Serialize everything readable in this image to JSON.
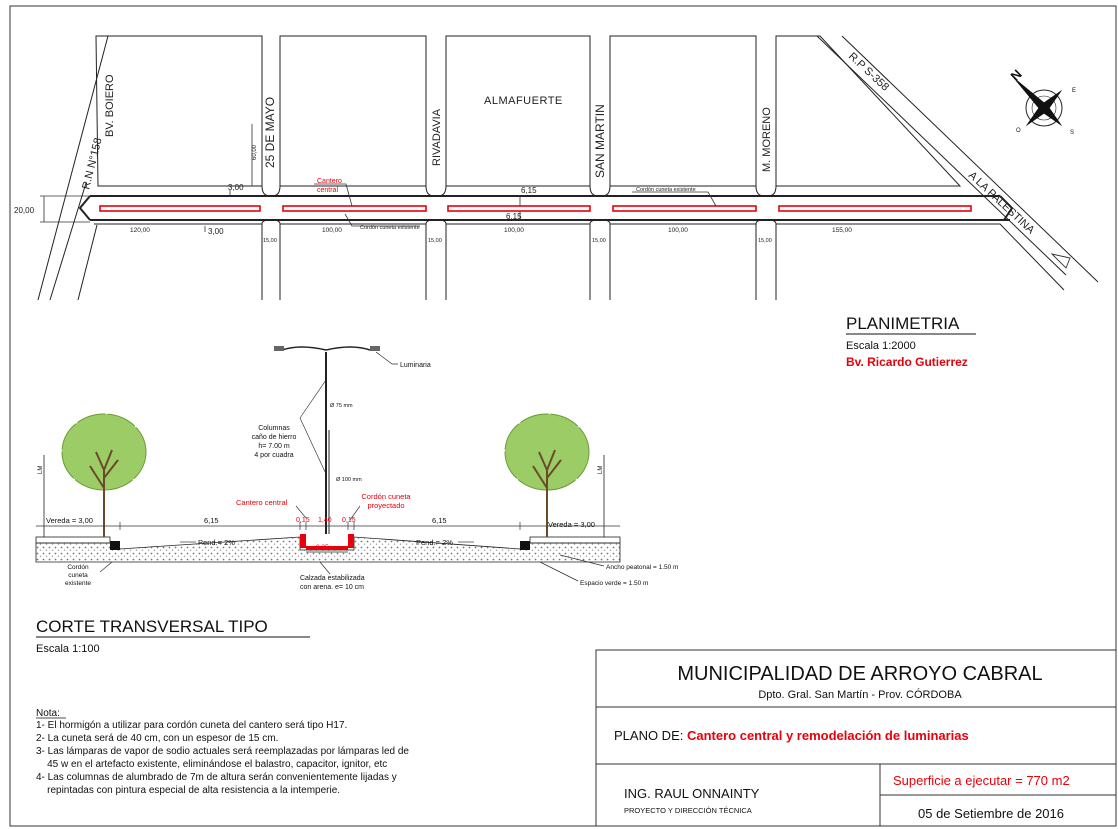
{
  "plan": {
    "streets": {
      "almafuerte": "ALMAFUERTE",
      "boiero": "BV. BOIERO",
      "ruta158": "R.N N°158",
      "mayo": "25 DE MAYO",
      "rivadavia": "RIVADAVIA",
      "sanmartin": "SAN MARTIN",
      "moreno": "M. MORENO",
      "rp358": "R.P S-358",
      "palestina": "A LA PALESTINA"
    },
    "dims": {
      "d2000": "20,00",
      "d300a": "3,00",
      "d300b": "3,00",
      "d615a": "6,15",
      "d615b": "6,15",
      "d6000": "60,00",
      "d12000": "120,00",
      "d10000a": "100,00",
      "d10000b": "100,00",
      "d10000c": "100,00",
      "d15500": "155,00",
      "d1500a": "15,00",
      "d1500b": "15,00",
      "d1500c": "15,00",
      "d1500d": "15,00"
    },
    "labels": {
      "cantero_l1": "Cantero",
      "cantero_l2": "central",
      "cordon_ex1": "Cordón cuneta existente",
      "cordon_ex2": "Cordón cuneta existente"
    },
    "compass": {
      "n": "N",
      "e": "E",
      "s": "S",
      "o": "O"
    },
    "title": "PLANIMETRIA",
    "scale": "Escala 1:2000",
    "subtitle": "Bv. Ricardo Gutierrez"
  },
  "section": {
    "luminaria": "Luminaria",
    "d75": "Ø 75 mm",
    "d100": "Ø 100 mm",
    "columnas": [
      "Columnas",
      "caño de hierro",
      "h= 7.00 m",
      "4 por cuadra"
    ],
    "lm_left": "LM",
    "lm_right": "LM",
    "cantero_central": "Cantero central",
    "cordon_proy": [
      "Cordón cuneta",
      "proyectado"
    ],
    "vereda_l": "Vereda = 3,00",
    "vereda_r": "Vereda = 3,00",
    "w615_l": "6,15",
    "w615_r": "6,15",
    "w015_a": "0,15",
    "w140": "1,40",
    "w015_b": "0,15",
    "w035": "0,35",
    "pend_l": "Pend.= 2%",
    "pend_r": "Pend.= 2%",
    "cordon_existente": [
      "Cordón",
      "cuneta",
      "existente"
    ],
    "calzada": [
      "Calzada estabilizada",
      "con arena. e= 10 cm"
    ],
    "ancho_peatonal": "Ancho peatonal = 1.50 m",
    "espacio_verde": "Espacio verde = 1.50 m",
    "title": "CORTE TRANSVERSAL TIPO",
    "scale": "Escala 1:100"
  },
  "notes": {
    "heading": "Nota:",
    "items": [
      "1- El hormigón a utilizar para cordón cuneta del cantero será tipo H17.",
      "2- La cuneta será de 40 cm, con un espesor de 15 cm.",
      "3- Las lámparas de vapor de sodio actuales será reemplazadas por lámparas led de",
      "    45 w en el artefacto existente, eliminándose el balastro, capacitor, ignitor, etc",
      "4- Las columnas de alumbrado de 7m de altura serán convenientemente lijadas y",
      "    repintadas con pintura especial de alta resistencia a la intemperie."
    ]
  },
  "titleblock": {
    "municipality": "MUNICIPALIDAD DE ARROYO CABRAL",
    "dept": "Dpto. Gral. San Martín - Prov. CÓRDOBA",
    "plano_label": "PLANO DE:",
    "plano_value": "Cantero central y remodelación de luminarias",
    "engineer": "ING. RAUL ONNAINTY",
    "role": "PROYECTO Y DIRECCIÓN TÉCNICA",
    "surface": "Superficie a ejecutar = 770 m2",
    "date": "05 de Setiembre de 2016"
  },
  "colors": {
    "red": "#e8000b",
    "ink": "#111111",
    "tree": "#8bc34a"
  }
}
